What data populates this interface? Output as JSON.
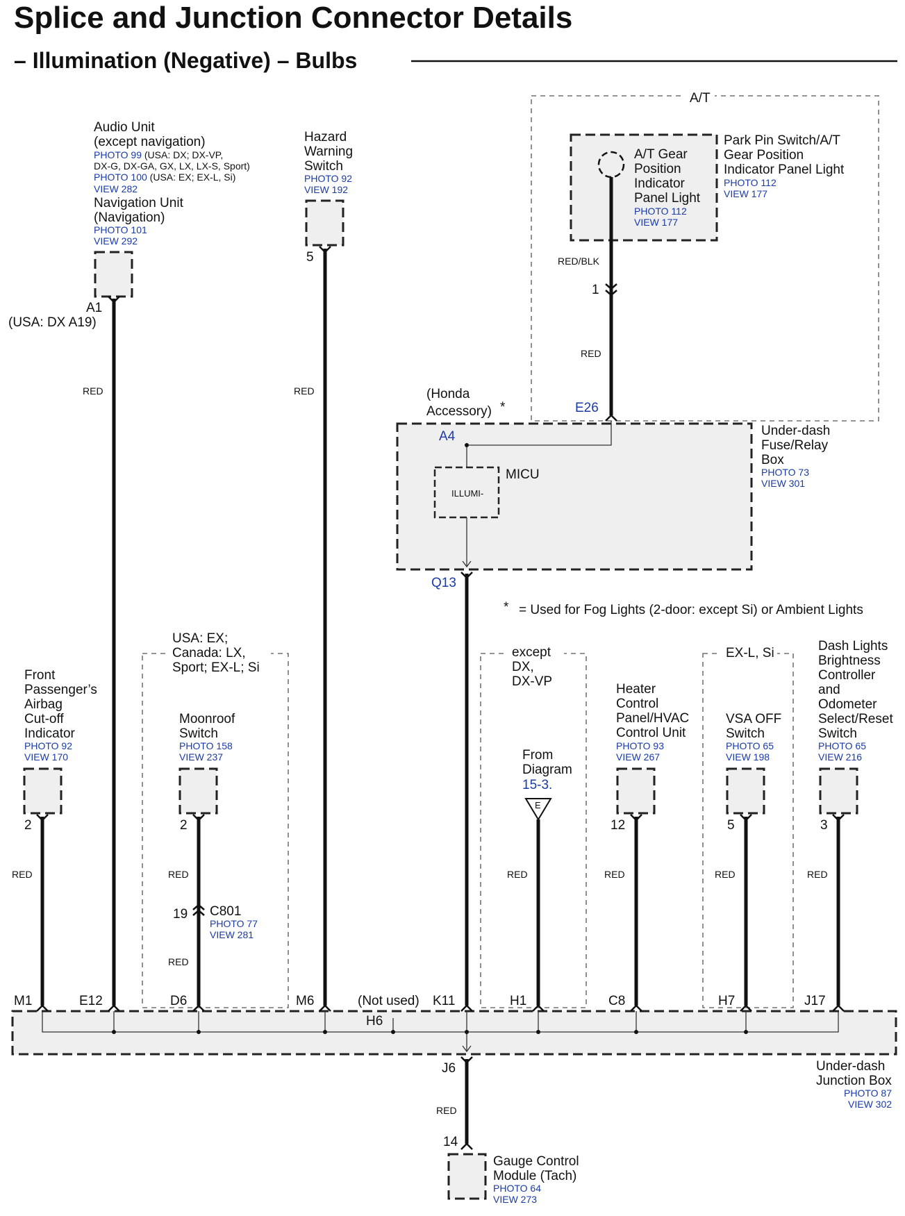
{
  "title": "Splice and Junction Connector Details",
  "subtitle": "– Illumination (Negative) – Bulbs",
  "wire_color_red": "RED",
  "wire_color_redblk": "RED/BLK",
  "components": {
    "audio": {
      "l1": "Audio Unit",
      "l2": "(except navigation)",
      "p1_ref": "PHOTO 99",
      "p1_txt": " (USA: DX; DX-VP,",
      "p1_txt2": "DX-G, DX-GA, GX, LX, LX-S, Sport)",
      "p2_ref": "PHOTO 100",
      "p2_txt": " (USA: EX; EX-L, Si)",
      "view": "VIEW 282",
      "nav1": "Navigation Unit",
      "nav2": "(Navigation)",
      "nav_photo": "PHOTO 101",
      "nav_view": "VIEW 292",
      "pin": "A1",
      "pin_note": "(USA: DX A19)"
    },
    "hazard": {
      "l1": "Hazard",
      "l2": "Warning",
      "l3": "Switch",
      "photo": "PHOTO 92",
      "view": "VIEW 192",
      "pin": "5"
    },
    "at_group": {
      "label": "A/T"
    },
    "at_gear": {
      "l1": "A/T Gear",
      "l2": "Position",
      "l3": "Indicator",
      "l4": "Panel Light",
      "photo": "PHOTO 112",
      "view": "VIEW 177"
    },
    "park_pin": {
      "l1": "Park Pin Switch/A/T",
      "l2": "Gear Position",
      "l3": "Indicator Panel Light",
      "photo": "PHOTO 112",
      "view": "VIEW 177",
      "pin": "1"
    },
    "micu_box": {
      "honda1": "(Honda",
      "honda2": "Accessory)",
      "star": "*",
      "pin_a4": "A4",
      "pin_e26": "E26",
      "pin_q13": "Q13",
      "micu": "MICU",
      "illumi": "ILLUMI-",
      "l1": "Under-dash",
      "l2": "Fuse/Relay",
      "l3": "Box",
      "photo": "PHOTO 73",
      "view": "VIEW 301"
    },
    "footnote": {
      "star": "*",
      "text": "= Used for Fog Lights (2-door: except Si) or Ambient Lights"
    },
    "airbag": {
      "l1": "Front",
      "l2": "Passenger’s",
      "l3": "Airbag",
      "l4": "Cut-off",
      "l5": "Indicator",
      "photo": "PHOTO 92",
      "view": "VIEW 170",
      "pin": "2"
    },
    "moonroof": {
      "g1": "USA: EX;",
      "g2": "Canada: LX,",
      "g3": "Sport; EX-L; Si",
      "l1": "Moonroof",
      "l2": "Switch",
      "photo": "PHOTO 158",
      "view": "VIEW 237",
      "pin": "2",
      "c_pin": "19",
      "c_name": "C801",
      "c_photo": "PHOTO 77",
      "c_view": "VIEW 281"
    },
    "except_dx": {
      "g1": "except",
      "g2": "DX,",
      "g3": "DX-VP",
      "f1": "From",
      "f2": "Diagram",
      "f3": "15-3.",
      "tri": "E"
    },
    "heater": {
      "l1": "Heater",
      "l2": "Control",
      "l3": "Panel/HVAC",
      "l4": "Control Unit",
      "photo": "PHOTO 93",
      "view": "VIEW 267",
      "pin": "12"
    },
    "vsa": {
      "g1": "EX-L, Si",
      "l1": "VSA OFF",
      "l2": "Switch",
      "photo": "PHOTO 65",
      "view": "VIEW 198",
      "pin": "5"
    },
    "dash": {
      "l1": "Dash Lights",
      "l2": "Brightness",
      "l3": "Controller",
      "l4": "and",
      "l5": "Odometer",
      "l6": "Select/Reset",
      "l7": "Switch",
      "photo": "PHOTO 65",
      "view": "VIEW 216",
      "pin": "3"
    },
    "junction": {
      "pins": [
        "M1",
        "E12",
        "D6",
        "M6",
        "K11",
        "H1",
        "C8",
        "H7",
        "J17"
      ],
      "not_used": "(Not used)",
      "h6": "H6",
      "j6": "J6",
      "l1": "Under-dash",
      "l2": "Junction Box",
      "photo": "PHOTO 87",
      "view": "VIEW 302"
    },
    "gauge": {
      "pin": "14",
      "l1": "Gauge Control",
      "l2": "Module (Tach)",
      "photo": "PHOTO 64",
      "view": "VIEW 273"
    }
  }
}
